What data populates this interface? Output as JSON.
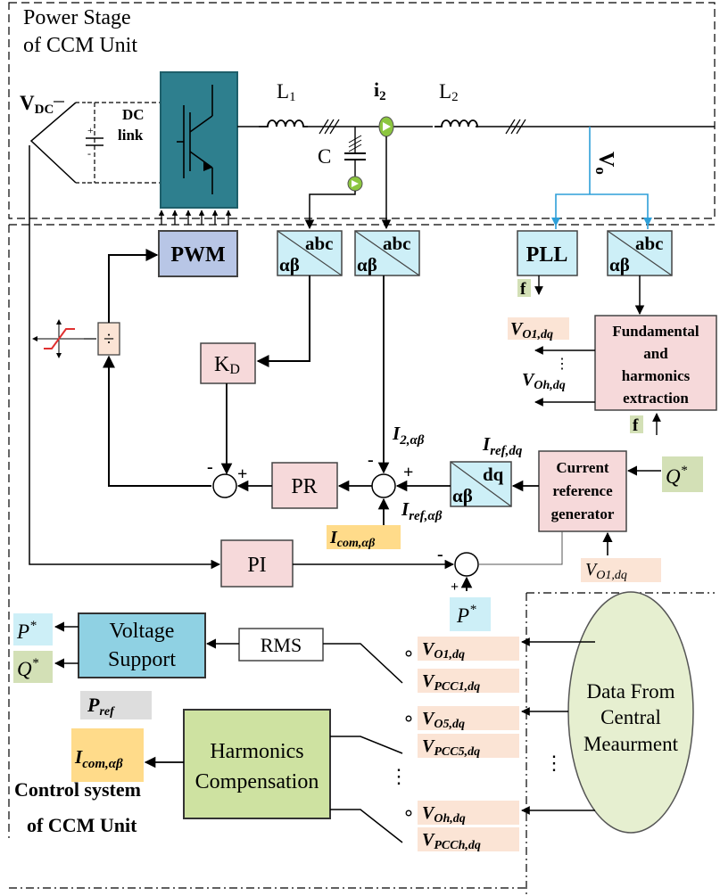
{
  "sections": {
    "power_stage": {
      "line1": "Power Stage",
      "line2": "of CCM Unit"
    },
    "control_system": {
      "line1": "Control system",
      "line2": "of CCM Unit"
    }
  },
  "power": {
    "vdc_main": "V",
    "vdc_sub": "DC",
    "dc_link_line1": "DC",
    "dc_link_line2": "link",
    "L1_main": "L",
    "L1_sub": "1",
    "L2_main": "L",
    "L2_sub": "2",
    "C": "C",
    "i2_main": "i",
    "i2_sub": "2",
    "Vo_main": "V",
    "Vo_sub": "o"
  },
  "blocks": {
    "pwm": "PWM",
    "abc": "abc",
    "alpha_beta": "αβ",
    "pll": "PLL",
    "f": "f",
    "kd_main": "K",
    "kd_sub": "D",
    "divide": "÷",
    "pr": "PR",
    "pi": "PI",
    "dq": "dq",
    "fund_line1": "Fundamental",
    "fund_line2": "and",
    "fund_line3": "harmonics",
    "fund_line4": "extraction",
    "cur_line1": "Current",
    "cur_line2": "reference",
    "cur_line3": "generator",
    "rms": "RMS",
    "vs_line1": "Voltage",
    "vs_line2": "Support",
    "hc_line1": "Harmonics",
    "hc_line2": "Compensation",
    "data_line1": "Data From",
    "data_line2": "Central",
    "data_line3": "Meaurment"
  },
  "signals": {
    "V": "V",
    "I": "I",
    "P": "P",
    "Q": "Q",
    "star": "*",
    "O1dq": "O1,dq",
    "Ohdq": "Oh,dq",
    "O5dq": "O5,dq",
    "PCC1dq": "PCC1,dq",
    "PCC5dq": "PCC5,dq",
    "PCChdq": "PCCh,dq",
    "two_ab": "2,αβ",
    "ref_dq": "ref,dq",
    "ref_ab": "ref,αβ",
    "com_ab": "com,αβ",
    "ref": "ref",
    "plus": "+",
    "minus": "-",
    "dots": "⋮"
  },
  "colors": {
    "converter": "#2E7F8E",
    "pwm_fill": "#B8C6E6",
    "abc_fill": "#CDEFF7",
    "pink_fill": "#F6D9DA",
    "peach_fill": "#FBE4D5",
    "yellow_fill": "#FFDB8A",
    "green_fill": "#D3E0B6",
    "vs_fill": "#8FD1E3",
    "hc_fill": "#CEE2A1",
    "data_fill": "#E6EFD0",
    "gray_fill": "#DDDDDD",
    "sensor_green": "#8CC63F",
    "blue_line": "#2E9FD8",
    "limiter_red": "#E03030"
  }
}
